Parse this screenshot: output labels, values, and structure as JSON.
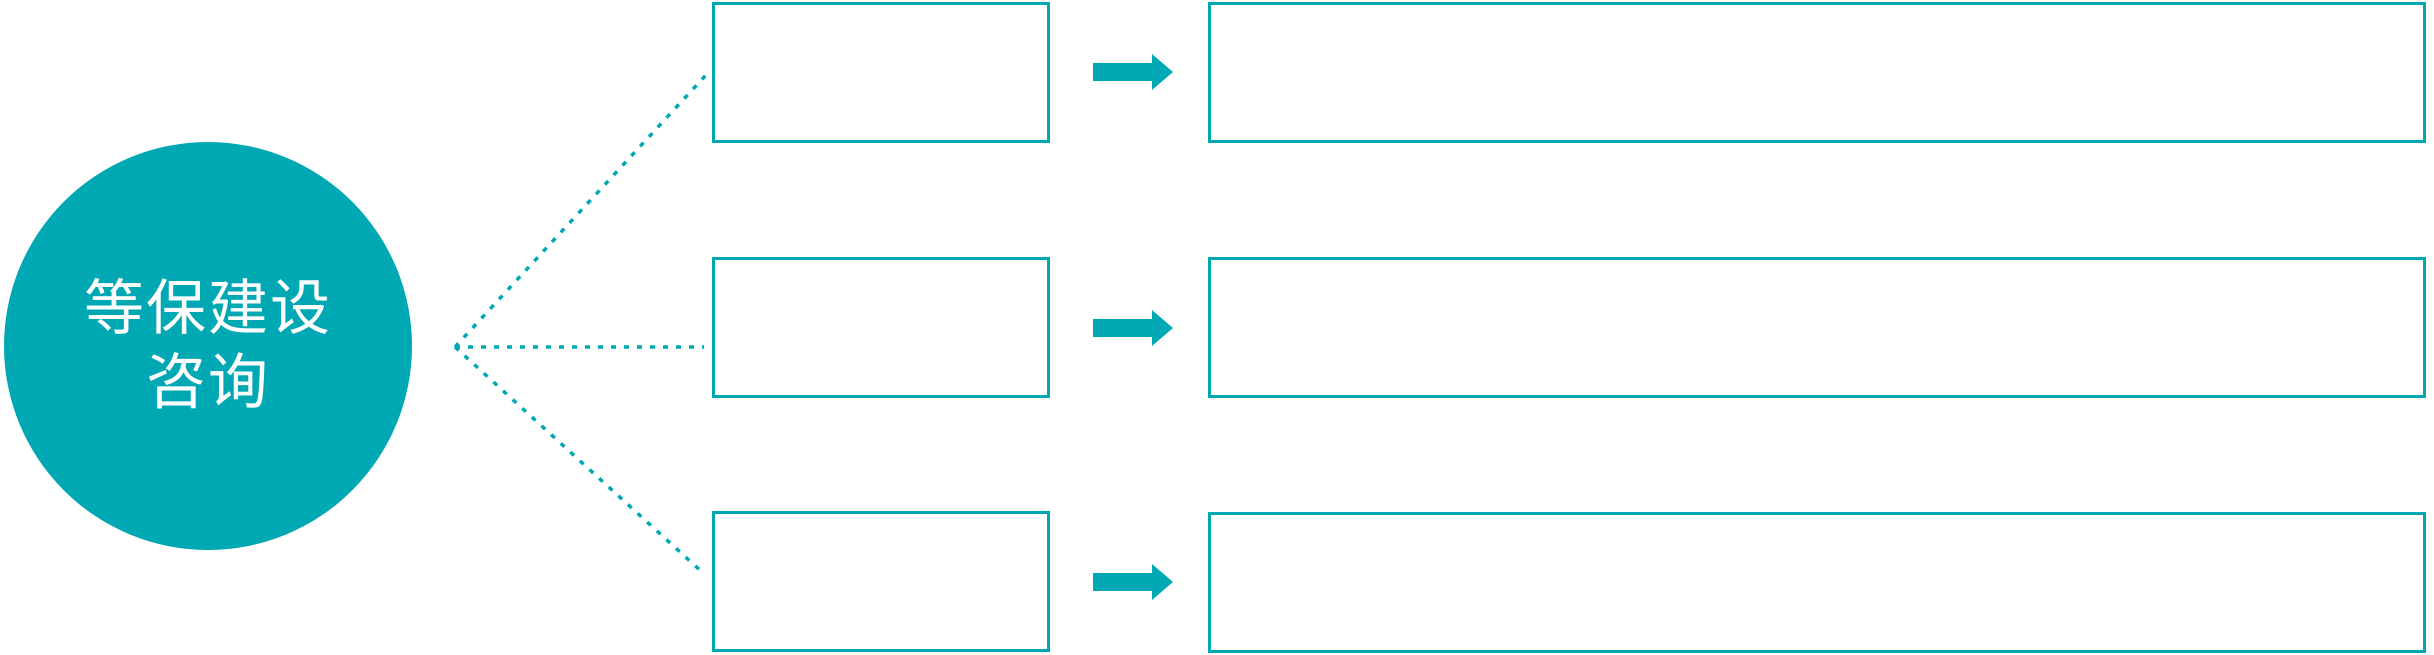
{
  "diagram": {
    "root": {
      "line1": "等保建设",
      "line2": "咨询",
      "full_text": "等保建设咨询"
    },
    "rows": [
      {
        "step_label": "",
        "arrow_icon": "arrow-right-icon",
        "result_label": ""
      },
      {
        "step_label": "",
        "arrow_icon": "arrow-right-icon",
        "result_label": ""
      },
      {
        "step_label": "",
        "arrow_icon": "arrow-right-icon",
        "result_label": ""
      }
    ],
    "colors": {
      "teal": "#00A8B3",
      "background": "#FFFFFF",
      "text_on_circle": "#FFFFFF"
    }
  }
}
